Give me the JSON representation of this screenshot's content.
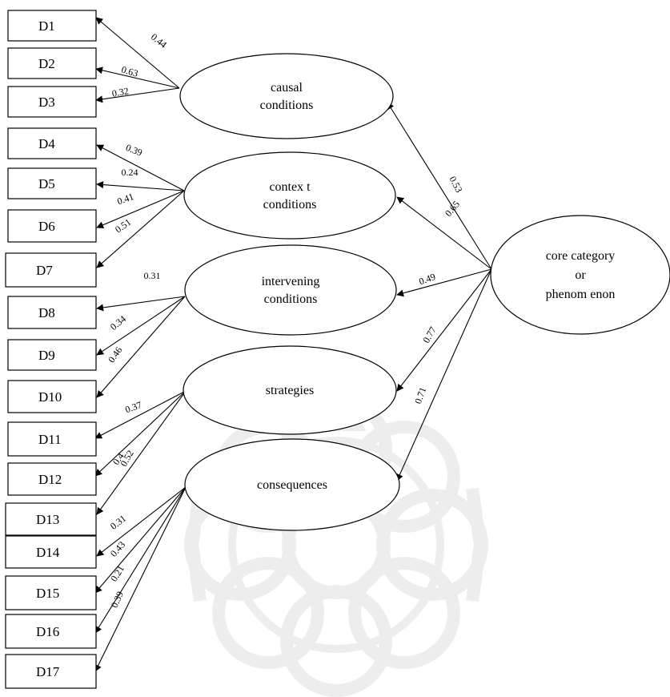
{
  "indicators": [
    "D1",
    "D2",
    "D3",
    "D4",
    "D5",
    "D6",
    "D7",
    "D8",
    "D9",
    "D10",
    "D11",
    "D12",
    "D13",
    "D14",
    "D15",
    "D16",
    "D17"
  ],
  "categories": [
    {
      "id": "causal",
      "lines": [
        "causal",
        "conditions"
      ]
    },
    {
      "id": "context",
      "lines": [
        "contex t",
        "conditions"
      ]
    },
    {
      "id": "intervening",
      "lines": [
        "intervening",
        "conditions"
      ]
    },
    {
      "id": "strategies",
      "lines": [
        "strategies"
      ]
    },
    {
      "id": "consequences",
      "lines": [
        "consequences"
      ]
    }
  ],
  "core": {
    "lines": [
      "core category",
      "or",
      "phenom enon"
    ]
  },
  "core_edges": [
    {
      "to": "causal",
      "weight": "0.53"
    },
    {
      "to": "context",
      "weight": "0.65"
    },
    {
      "to": "intervening",
      "weight": "0.49"
    },
    {
      "to": "strategies",
      "weight": "0.77"
    },
    {
      "to": "consequences",
      "weight": "0.71"
    }
  ],
  "loading_edges": [
    {
      "from": "causal",
      "to": "D1",
      "weight": "0.44"
    },
    {
      "from": "causal",
      "to": "D2",
      "weight": "0.63"
    },
    {
      "from": "causal",
      "to": "D3",
      "weight": "0.32"
    },
    {
      "from": "context",
      "to": "D4",
      "weight": "0.39"
    },
    {
      "from": "context",
      "to": "D5",
      "weight": "0.24"
    },
    {
      "from": "context",
      "to": "D6",
      "weight": "0.41"
    },
    {
      "from": "context",
      "to": "D7",
      "weight": "0.51"
    },
    {
      "from": "intervening",
      "to": "D8",
      "weight": "0.31"
    },
    {
      "from": "intervening",
      "to": "D9",
      "weight": "0.34"
    },
    {
      "from": "intervening",
      "to": "D10",
      "weight": "0.46"
    },
    {
      "from": "strategies",
      "to": "D11",
      "weight": "0.37"
    },
    {
      "from": "strategies",
      "to": "D12",
      "weight": "0.4"
    },
    {
      "from": "strategies",
      "to": "D13",
      "weight": "0.52"
    },
    {
      "from": "consequences",
      "to": "D14",
      "weight": "0.31"
    },
    {
      "from": "consequences",
      "to": "D15",
      "weight": "0.43"
    },
    {
      "from": "consequences",
      "to": "D16",
      "weight": "0.21"
    },
    {
      "from": "consequences",
      "to": "D17",
      "weight": "0.39"
    }
  ],
  "colors": {
    "ink": "#000000",
    "background": "#ffffff",
    "watermark": "#ececec"
  }
}
